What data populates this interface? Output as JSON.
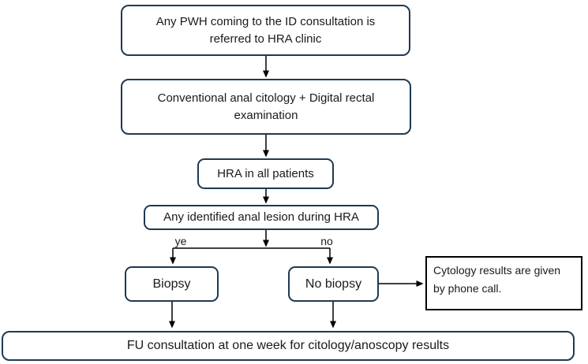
{
  "nodes": {
    "referral": {
      "label": "Any PWH coming to the ID consultation is referred to HRA clinic"
    },
    "cytology_exam": {
      "label": "Conventional anal citology + Digital rectal examination"
    },
    "hra_all": {
      "label": "HRA in all patients"
    },
    "lesion_check": {
      "label": "Any identified anal lesion during HRA"
    },
    "biopsy": {
      "label": "Biopsy"
    },
    "no_biopsy": {
      "label": "No biopsy"
    },
    "phone_results": {
      "label": "Cytology results are given by phone call."
    },
    "followup": {
      "label": "FU consultation at one week for citology/anoscopy results"
    }
  },
  "edge_labels": {
    "yes_branch": "ye",
    "no_branch": "no"
  },
  "colors": {
    "node_border": "#1f3a52",
    "callout_border": "#000000",
    "connector": "#000000",
    "text": "#1a1a1a",
    "background": "#ffffff"
  }
}
